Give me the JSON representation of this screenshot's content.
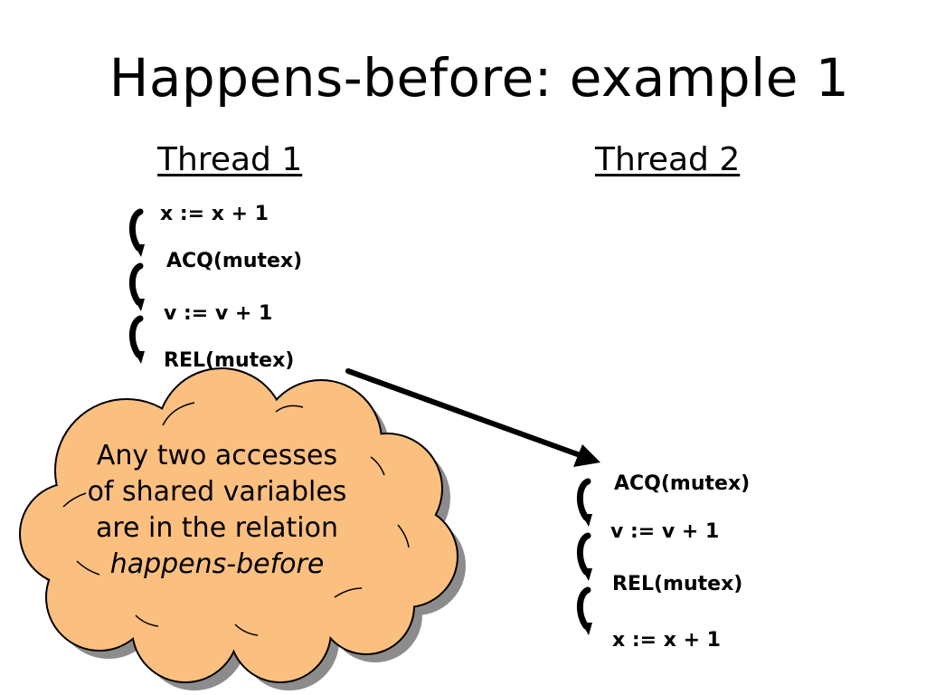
{
  "title": "Happens-before: example 1",
  "thread1": {
    "heading": "Thread 1",
    "statements": [
      "x := x + 1",
      "ACQ(mutex)",
      "v := v + 1",
      "REL(mutex)"
    ]
  },
  "thread2": {
    "heading": "Thread 2",
    "statements": [
      "ACQ(mutex)",
      "v := v + 1",
      "REL(mutex)",
      "x := x + 1"
    ]
  },
  "cloud": {
    "lines": [
      "Any two accesses",
      "of shared variables",
      "are in the relation"
    ],
    "emphasis": "happens-before",
    "fill": "#FBBF80",
    "shadow": "#8C8C8C"
  },
  "icons": {
    "order_arrow": "curved-arrow-icon",
    "sync_arrow": "arrow-icon"
  }
}
